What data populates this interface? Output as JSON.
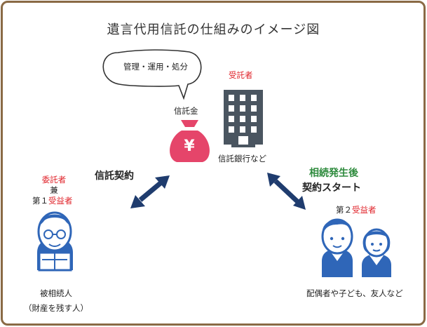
{
  "title": "遺言代用信託の仕組みのイメージ図",
  "bubble_text": "管理・運用・処分",
  "trustee": {
    "role": "受託者",
    "caption": "信託銀行など"
  },
  "trust_money": {
    "label": "信託金",
    "symbol": "¥"
  },
  "contract": {
    "label": "信託契約"
  },
  "after_inheritance": {
    "label_line1": "相続発生後",
    "label_line2": "契約スタート"
  },
  "settlor": {
    "role": "委託者",
    "and": "兼",
    "beneficiary_prefix": "第１",
    "beneficiary_role": "受益者",
    "caption": "被相続人",
    "caption_note": "（財産を残す人）"
  },
  "second_beneficiary": {
    "prefix": "第２",
    "role": "受益者",
    "caption": "配偶者や子ども、友人など"
  },
  "colors": {
    "frame": "#8a6a45",
    "role_red": "#e0242b",
    "highlight_green": "#2e8b3d",
    "arrow_navy": "#1f3c6e",
    "building": "#4a5560",
    "money_bag": "#e5456a",
    "person_blue": "#2f66b8"
  }
}
